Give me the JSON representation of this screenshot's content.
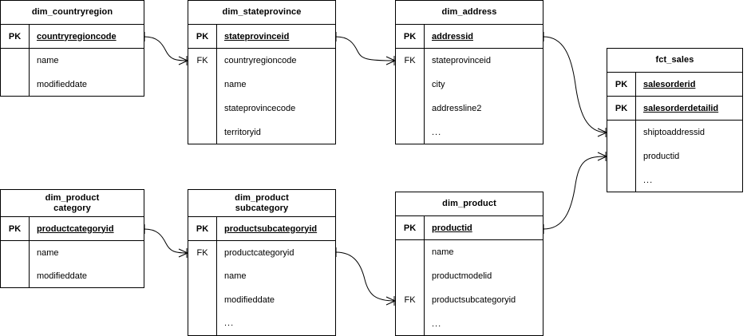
{
  "diagram": {
    "title_lines_separator": " ",
    "key_labels": {
      "pk": "PK",
      "fk": "FK"
    },
    "ellipsis": "...",
    "colors": {
      "stroke": "#000000",
      "background": "#ffffff"
    }
  },
  "tables": {
    "dim_countryregion": {
      "title": "dim_countryregion",
      "keys": [
        {
          "key": "PK",
          "name": "countryregioncode"
        }
      ],
      "attributes": [
        {
          "key": "",
          "name": "name"
        },
        {
          "key": "",
          "name": "modifieddate"
        }
      ]
    },
    "dim_stateprovince": {
      "title": "dim_stateprovince",
      "keys": [
        {
          "key": "PK",
          "name": "stateprovinceid"
        }
      ],
      "attributes": [
        {
          "key": "FK",
          "name": "countryregioncode"
        },
        {
          "key": "",
          "name": "name"
        },
        {
          "key": "",
          "name": "stateprovincecode"
        },
        {
          "key": "",
          "name": "territoryid"
        }
      ]
    },
    "dim_address": {
      "title": "dim_address",
      "keys": [
        {
          "key": "PK",
          "name": "addressid"
        }
      ],
      "attributes": [
        {
          "key": "FK",
          "name": "stateprovinceid"
        },
        {
          "key": "",
          "name": "city"
        },
        {
          "key": "",
          "name": "addressline2"
        },
        {
          "key": "",
          "name": "..."
        }
      ]
    },
    "fct_sales": {
      "title": "fct_sales",
      "keys": [
        {
          "key": "PK",
          "name": "salesorderid"
        },
        {
          "key": "PK",
          "name": "salesorderdetailid"
        }
      ],
      "attributes": [
        {
          "key": "",
          "name": "shiptoaddressid"
        },
        {
          "key": "",
          "name": "productid"
        },
        {
          "key": "",
          "name": "..."
        }
      ]
    },
    "dim_productcategory": {
      "title_line1": "dim_product",
      "title_line2": "category",
      "keys": [
        {
          "key": "PK",
          "name": "productcategoryid"
        }
      ],
      "attributes": [
        {
          "key": "",
          "name": "name"
        },
        {
          "key": "",
          "name": "modifieddate"
        }
      ]
    },
    "dim_productsubcategory": {
      "title_line1": "dim_product",
      "title_line2": "subcategory",
      "keys": [
        {
          "key": "PK",
          "name": "productsubcategoryid"
        }
      ],
      "attributes": [
        {
          "key": "FK",
          "name": "productcategoryid"
        },
        {
          "key": "",
          "name": "name"
        },
        {
          "key": "",
          "name": "modifieddate"
        },
        {
          "key": "",
          "name": "..."
        }
      ]
    },
    "dim_product": {
      "title": "dim_product",
      "keys": [
        {
          "key": "PK",
          "name": "productid"
        }
      ],
      "attributes": [
        {
          "key": "",
          "name": "name"
        },
        {
          "key": "",
          "name": "productmodelid"
        },
        {
          "key": "FK",
          "name": "productsubcategoryid"
        },
        {
          "key": "",
          "name": "..."
        }
      ]
    }
  },
  "relationships": [
    {
      "name": "countryregion-to-stateprovince",
      "from": "dim_countryregion.countryregioncode",
      "to": "dim_stateprovince.countryregioncode",
      "cardinality": "one-to-many"
    },
    {
      "name": "stateprovince-to-address",
      "from": "dim_stateprovince.stateprovinceid",
      "to": "dim_address.stateprovinceid",
      "cardinality": "one-to-many"
    },
    {
      "name": "address-to-sales",
      "from": "dim_address.addressid",
      "to": "fct_sales.shiptoaddressid",
      "cardinality": "one-to-many"
    },
    {
      "name": "product-to-sales",
      "from": "dim_product.productid",
      "to": "fct_sales.productid",
      "cardinality": "one-to-many"
    },
    {
      "name": "productcategory-to-productsubcategory",
      "from": "dim_productcategory.productcategoryid",
      "to": "dim_productsubcategory.productcategoryid",
      "cardinality": "one-to-many"
    },
    {
      "name": "productsubcategory-to-product",
      "from": "dim_productsubcategory.productcategoryid",
      "to": "dim_product.productsubcategoryid",
      "cardinality": "one-to-many"
    }
  ]
}
